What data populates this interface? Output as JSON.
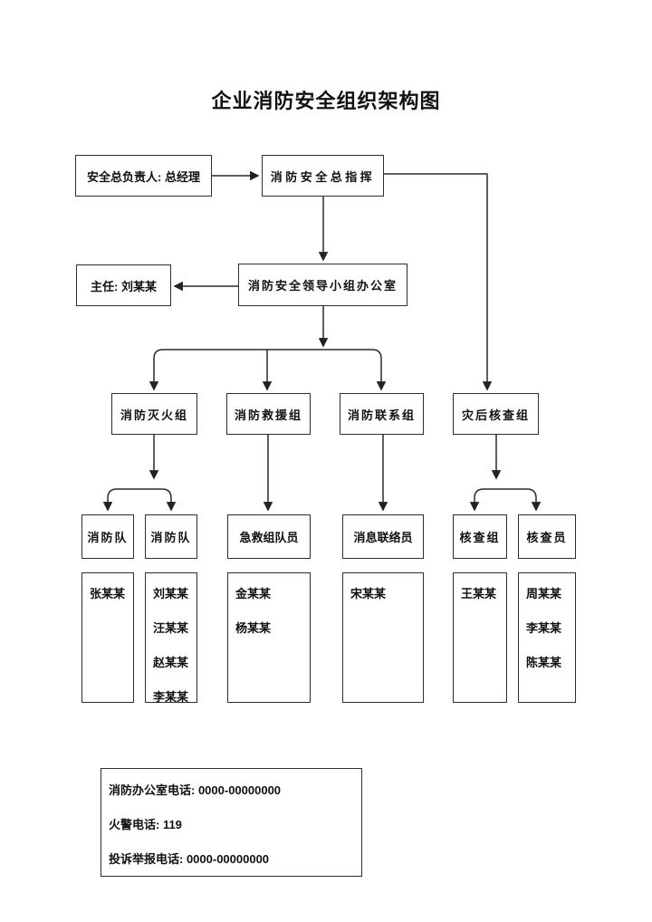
{
  "title": "企业消防安全组织架构图",
  "org": {
    "top": {
      "safety_chief": "安全总负责人: 总经理",
      "fire_commander": "消防安全总指挥"
    },
    "second": {
      "director": "主任: 刘某某",
      "office": "消防安全领导小组办公室"
    },
    "groups": [
      {
        "label": "消防灭火组"
      },
      {
        "label": "消防救援组"
      },
      {
        "label": "消防联系组"
      },
      {
        "label": "灾后核查组"
      }
    ],
    "units": [
      {
        "label": "消防队",
        "members": [
          "张某某"
        ]
      },
      {
        "label": "消防队",
        "members": [
          "刘某某",
          "汪某某",
          "赵某某",
          "李某某"
        ]
      },
      {
        "label": "急救组队员",
        "members": [
          "金某某",
          "杨某某"
        ]
      },
      {
        "label": "消息联络员",
        "members": [
          "宋某某"
        ]
      },
      {
        "label": "核查组",
        "members": [
          "王某某"
        ]
      },
      {
        "label": "核查员",
        "members": [
          "周某某",
          "李某某",
          "陈某某"
        ]
      }
    ]
  },
  "contact": {
    "office_phone": "消防办公室电话: 0000-00000000",
    "fire_alarm": "火警电话: 119",
    "complaint": "投诉举报电话: 0000-00000000"
  },
  "colors": {
    "line": "#2a2a2a",
    "border": "#2e2e2e",
    "text": "#111111",
    "background": "#ffffff"
  }
}
